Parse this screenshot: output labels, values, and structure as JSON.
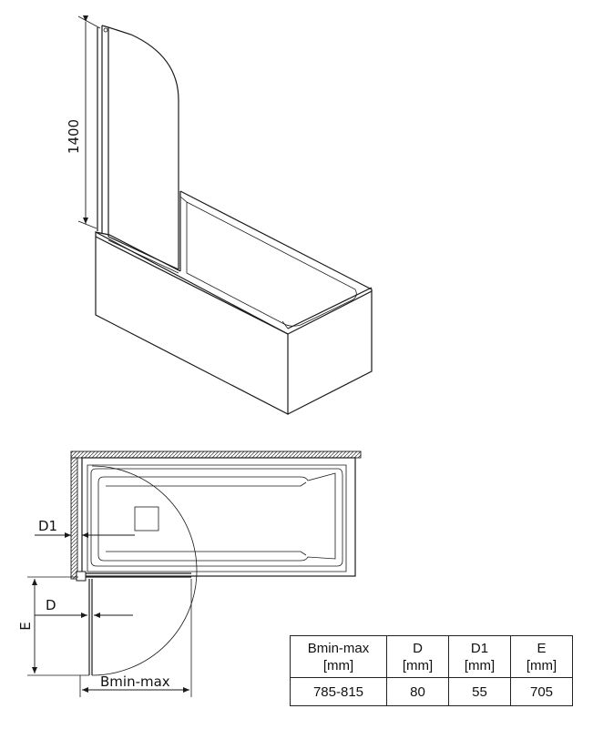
{
  "perspective": {
    "height_dimension": "1400"
  },
  "plan": {
    "labels": {
      "d1": "D1",
      "d": "D",
      "e": "E",
      "bminmax": "Bmin-max"
    }
  },
  "spec_table": {
    "headers": [
      {
        "line1": "Bmin-max",
        "line2": "[mm]"
      },
      {
        "line1": "D",
        "line2": "[mm]"
      },
      {
        "line1": "D1",
        "line2": "[mm]"
      },
      {
        "line1": "E",
        "line2": "[mm]"
      }
    ],
    "rows": [
      [
        "785-815",
        "80",
        "55",
        "705"
      ]
    ]
  }
}
